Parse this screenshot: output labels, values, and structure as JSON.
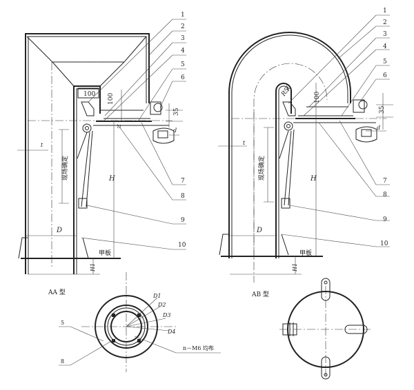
{
  "callouts_aa": [
    "1",
    "2",
    "3",
    "4",
    "5",
    "6",
    "7",
    "8",
    "9",
    "10"
  ],
  "callouts_ab": [
    "1",
    "2",
    "3",
    "4",
    "5",
    "6",
    "7",
    "8",
    "9",
    "10"
  ],
  "dims": {
    "w100": "100",
    "h100": "100",
    "d35": "35",
    "d": "d",
    "t": "t",
    "t1": "t1",
    "H": "H",
    "D": "D",
    "H1": "H1",
    "r50": "R50"
  },
  "notes": {
    "deck": "甲板",
    "site": "现场确定"
  },
  "types": {
    "aa": "AA 型",
    "ab": "AB 型"
  },
  "plan": {
    "d1": "D1",
    "d2": "D2",
    "d3": "D3",
    "d4": "D4",
    "bolts": "n－M6 均布",
    "c5": "5",
    "c8": "8"
  }
}
